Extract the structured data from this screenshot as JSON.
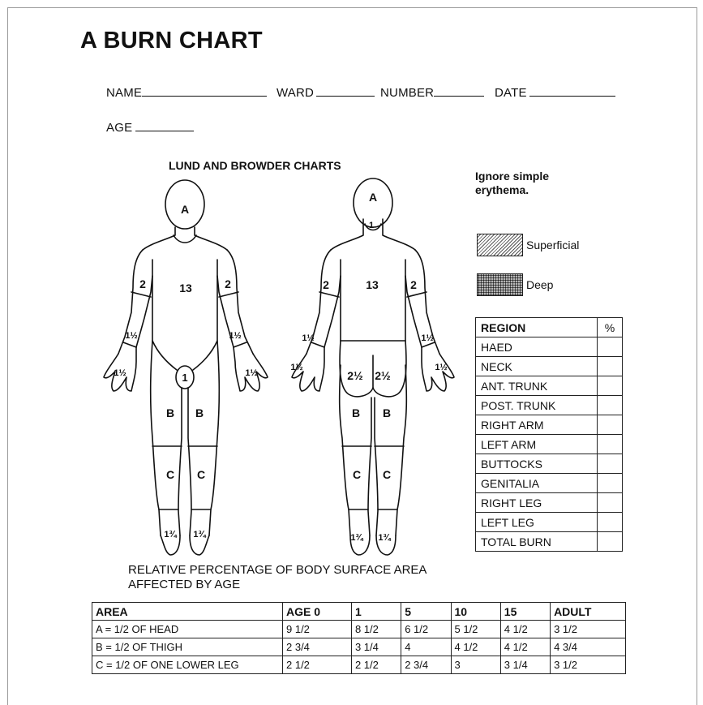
{
  "title": "A BURN CHART",
  "form": {
    "name_label": "NAME",
    "ward_label": "WARD",
    "number_label": "NUMBER",
    "date_label": "DATE",
    "age_label": "AGE"
  },
  "chart_heading": "LUND AND BROWDER CHARTS",
  "note": "Ignore simple erythema.",
  "legend": {
    "superficial": "Superficial",
    "deep": "Deep"
  },
  "front_labels": {
    "head": "A",
    "trunk": "13",
    "upper_arm_right": "2",
    "upper_arm_left": "2",
    "forearm_right": "1½",
    "forearm_left": "1½",
    "hand_right": "1½",
    "hand_left": "1½",
    "genitalia": "1",
    "thigh_right": "B",
    "thigh_left": "B",
    "leg_right": "C",
    "leg_left": "C",
    "foot_right": "1¾",
    "foot_left": "1¾"
  },
  "back_labels": {
    "head": "A",
    "neck": "1",
    "trunk": "13",
    "upper_arm_left": "2",
    "upper_arm_right": "2",
    "forearm_left": "1½",
    "forearm_right": "1½",
    "hand_left": "1½",
    "hand_right": "1½",
    "buttock_left": "2½",
    "buttock_right": "2½",
    "thigh_left": "B",
    "thigh_right": "B",
    "leg_left": "C",
    "leg_right": "C",
    "foot_left": "1¾",
    "foot_right": "1¾"
  },
  "region_table": {
    "headers": [
      "REGION",
      "%"
    ],
    "rows": [
      "HAED",
      "NECK",
      "ANT. TRUNK",
      "POST. TRUNK",
      "RIGHT ARM",
      "LEFT ARM",
      "BUTTOCKS",
      "GENITALIA",
      "RIGHT LEG",
      "LEFT LEG",
      "TOTAL BURN"
    ]
  },
  "relative_caption": {
    "line1": "RELATIVE PERCENTAGE OF BODY SURFACE AREA",
    "line2": "AFFECTED BY AGE"
  },
  "age_table": {
    "headers": [
      "AREA",
      "AGE 0",
      "1",
      "5",
      "10",
      "15",
      "ADULT"
    ],
    "rows": [
      [
        "A = 1/2 OF HEAD",
        "9 1/2",
        "8 1/2",
        "6 1/2",
        "5 1/2",
        "4 1/2",
        "3 1/2"
      ],
      [
        "B = 1/2 OF THIGH",
        "2 3/4",
        "3 1/4",
        "4",
        "4 1/2",
        "4 1/2",
        "4 3/4"
      ],
      [
        "C = 1/2 OF ONE LOWER LEG",
        "2 1/2",
        "2 1/2",
        "2 3/4",
        "3",
        "3 1/4",
        "3 1/2"
      ]
    ]
  }
}
